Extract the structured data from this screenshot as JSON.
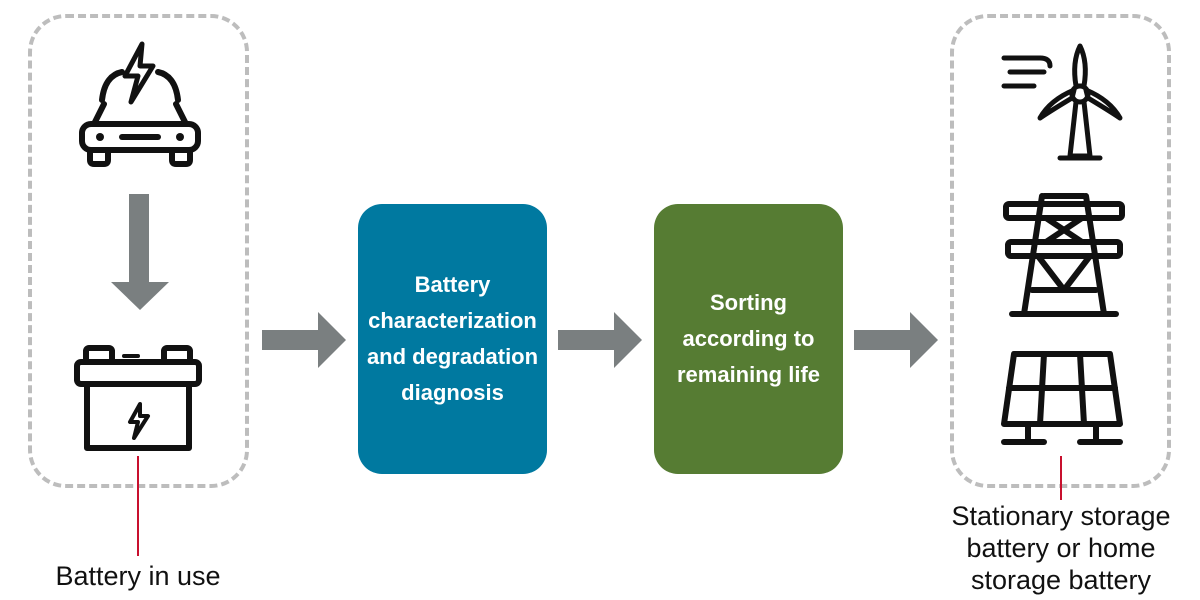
{
  "colors": {
    "characterization_box": "#0079a0",
    "sorting_box": "#567c33",
    "arrow": "#7a7f80",
    "dashed_border": "#bdbdbd",
    "callout_line": "#c8102e",
    "icon_stroke": "#111111"
  },
  "icons": [
    "electric-car-icon",
    "car-battery-icon",
    "wind-turbine-icon",
    "transmission-tower-icon",
    "solar-panel-icon"
  ],
  "process": {
    "characterization": "Battery characterization and degradation diagnosis",
    "sorting": "Sorting according to remaining life"
  },
  "labels": {
    "battery_in_use": "Battery in use",
    "stationary": "Stationary storage battery or home storage battery"
  }
}
